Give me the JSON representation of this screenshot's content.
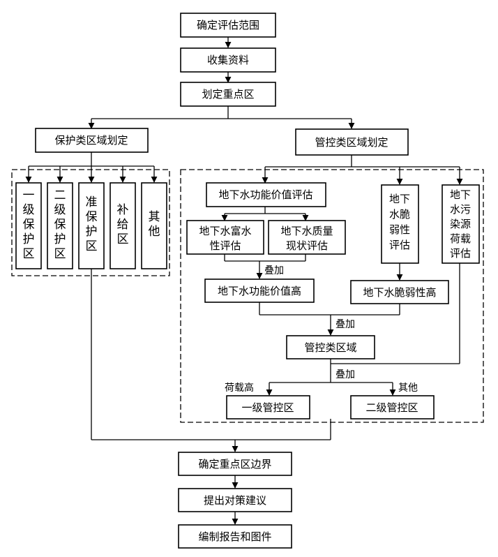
{
  "nodes": {
    "scope": "确定评估范围",
    "collect": "收集资料",
    "key_area": "划定重点区",
    "protect_zone": "保护类区域划定",
    "control_zone": "管控类区域划定",
    "level1_protect": [
      "一",
      "级",
      "保",
      "护",
      "区"
    ],
    "level2_protect": [
      "二",
      "级",
      "保",
      "护",
      "区"
    ],
    "quasi_protect": [
      "准",
      "保",
      "护",
      "区"
    ],
    "recharge_zone": [
      "补",
      "给",
      "区"
    ],
    "other_zone": [
      "其",
      "他"
    ],
    "gw_function_eval": "地下水功能价值评估",
    "gw_rich_eval": [
      "地下水富水",
      "性评估"
    ],
    "gw_quality_eval": [
      "地下水质量",
      "现状评估"
    ],
    "gw_vulnerability_eval": [
      "地下",
      "水脆",
      "弱性",
      "评估"
    ],
    "gw_pollution_eval": [
      "地下",
      "水污",
      "染源",
      "荷载",
      "评估"
    ],
    "gw_function_high": "地下水功能价值高",
    "gw_vulnerability_high": "地下水脆弱性高",
    "control_area": "管控类区域",
    "level1_control": "一级管控区",
    "level2_control": "二级管控区",
    "boundary": "确定重点区边界",
    "measures": "提出对策建议",
    "report": "编制报告和图件"
  },
  "labels": {
    "overlay1": "叠加",
    "overlay2": "叠加",
    "overlay3": "叠加",
    "load_high": "荷载高",
    "other": "其他"
  }
}
